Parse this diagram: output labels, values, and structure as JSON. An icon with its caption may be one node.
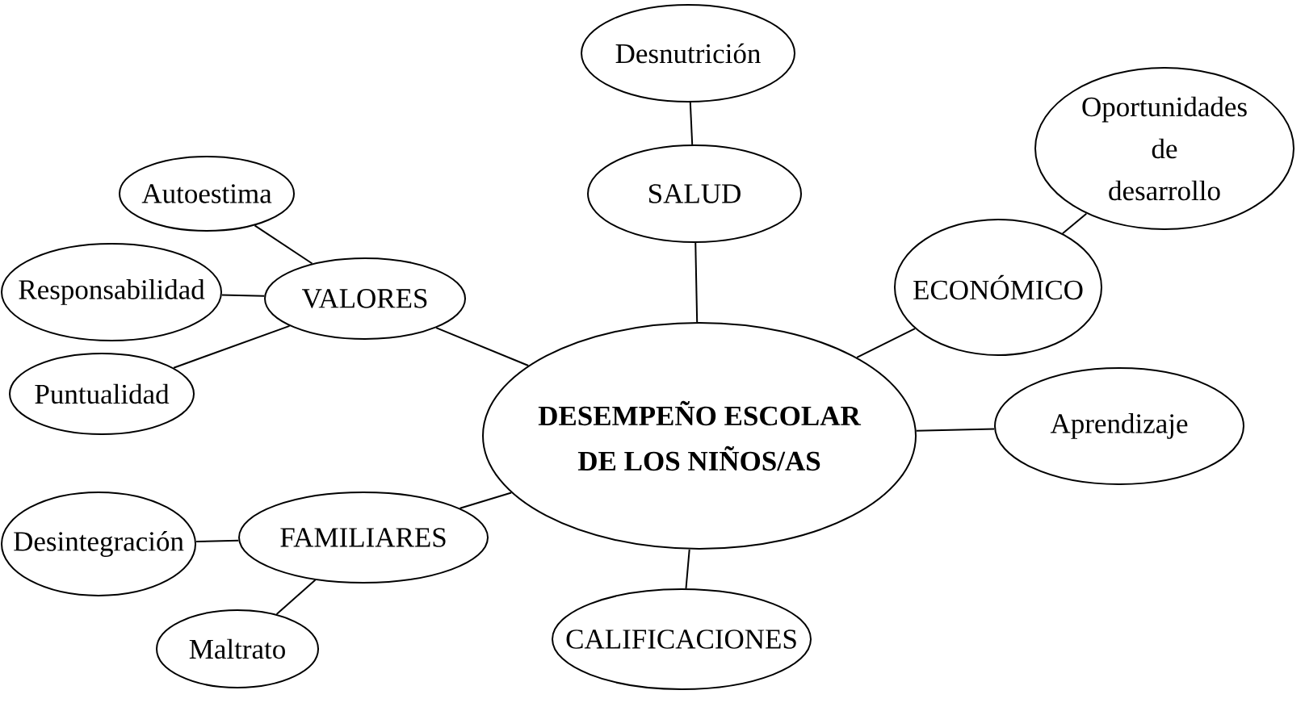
{
  "diagram": {
    "nodes": [
      {
        "text": [
          "Desnutrición"
        ]
      },
      {
        "text": [
          "Oportunidades de desarrollo"
        ]
      },
      {
        "text": [
          "Autoestima"
        ]
      },
      {
        "text": [
          "SALUD"
        ]
      },
      {
        "text": [
          "Responsabilidad"
        ]
      },
      {
        "text": [
          "VALORES"
        ]
      },
      {
        "text": [
          "ECONÓMICO"
        ]
      },
      {
        "text": [
          "Puntualidad"
        ]
      },
      {
        "text": [
          "DESEMPEÑO ESCOLAR DE LOS NIÑOS/AS"
        ]
      },
      {
        "text": [
          "Aprendizaje"
        ]
      },
      {
        "text": [
          "Desintegración"
        ]
      },
      {
        "text": [
          "FAMILIARES"
        ]
      },
      {
        "text": [
          "Maltrato"
        ]
      },
      {
        "text": [
          "CALIFICACIONES"
        ]
      }
    ],
    "edges": [
      {
        "from": 8,
        "to": 3,
        "arrow": "none"
      },
      {
        "from": 3,
        "to": 0,
        "arrow": "none"
      },
      {
        "from": 8,
        "to": 6,
        "arrow": "none"
      },
      {
        "from": 6,
        "to": 1,
        "arrow": "none"
      },
      {
        "from": 8,
        "to": 5,
        "arrow": "none"
      },
      {
        "from": 5,
        "to": 2,
        "arrow": "none"
      },
      {
        "from": 5,
        "to": 4,
        "arrow": "none"
      },
      {
        "from": 5,
        "to": 7,
        "arrow": "none"
      },
      {
        "from": 8,
        "to": 9,
        "arrow": "none"
      },
      {
        "from": 8,
        "to": 11,
        "arrow": "none"
      },
      {
        "from": 11,
        "to": 10,
        "arrow": "none"
      },
      {
        "from": 11,
        "to": 12,
        "arrow": "none"
      },
      {
        "from": 8,
        "to": 13,
        "arrow": "none"
      }
    ]
  }
}
